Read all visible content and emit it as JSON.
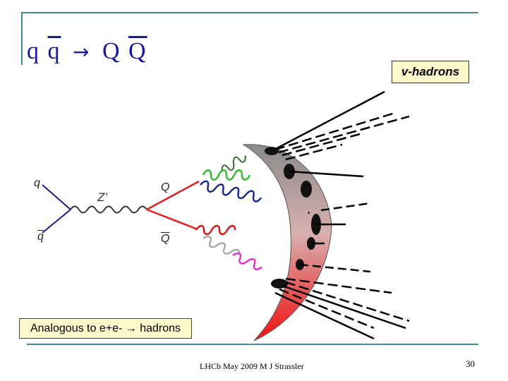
{
  "title": {
    "q": "q",
    "qbar": "q",
    "arrow": "→",
    "Q": "Q",
    "Qbar": "Q"
  },
  "vhadrons_label": "v-hadrons",
  "labels": {
    "q": "q",
    "qbar": "q",
    "z": "Z’",
    "Q": "Q",
    "Qbar": "Q"
  },
  "analogy": "Analogous to e+e- → hadrons",
  "footer": "LHCb May 2009   M J Strassler",
  "page_number": "30",
  "colors": {
    "frame": "#4a8a8a",
    "title": "#1a1aa0",
    "box_fill": "#fff8cc",
    "quark_line": "#1a1a8a",
    "heavy_quark": "#e02020",
    "crescent_top": "#9a9a9a",
    "crescent_bottom": "#ee1010"
  }
}
